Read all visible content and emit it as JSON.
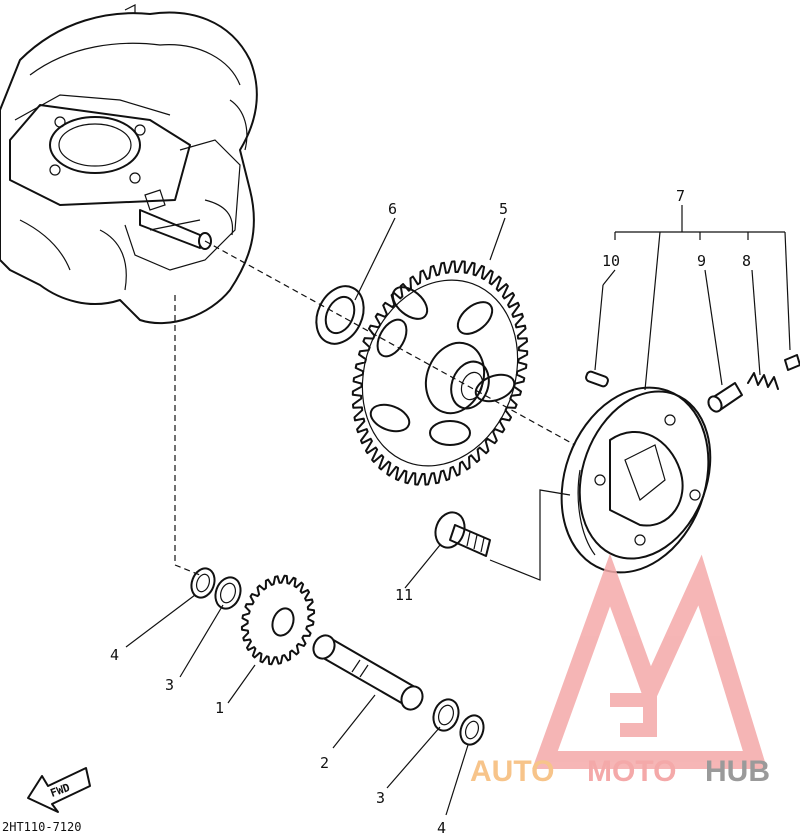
{
  "diagram": {
    "callouts": [
      {
        "id": "c1",
        "label": "1",
        "part": "gear"
      },
      {
        "id": "c2",
        "label": "2",
        "part": "shaft"
      },
      {
        "id": "c3a",
        "label": "3",
        "part": "washer-left"
      },
      {
        "id": "c3b",
        "label": "3",
        "part": "washer-right"
      },
      {
        "id": "c4a",
        "label": "4",
        "part": "circlip-left"
      },
      {
        "id": "c4b",
        "label": "4",
        "part": "circlip-right"
      },
      {
        "id": "c5",
        "label": "5",
        "part": "starter-wheel-gear"
      },
      {
        "id": "c6",
        "label": "6",
        "part": "washer-6"
      },
      {
        "id": "c7",
        "label": "7",
        "part": "starter-clutch-assembly"
      },
      {
        "id": "c8",
        "label": "8",
        "part": "spring-cap"
      },
      {
        "id": "c9",
        "label": "9",
        "part": "roller"
      },
      {
        "id": "c10",
        "label": "10",
        "part": "pin"
      },
      {
        "id": "c11",
        "label": "11",
        "part": "bolt"
      }
    ],
    "fwd_label": "FWD",
    "drawing_code": "2HT110-7120"
  },
  "watermark": {
    "part1": "AUTO",
    "part2": "MOTO",
    "part3": "HUB",
    "color_primary": "#f4a9a9",
    "color_orange": "#f7c48a",
    "color_grey": "#9a9a9a"
  }
}
